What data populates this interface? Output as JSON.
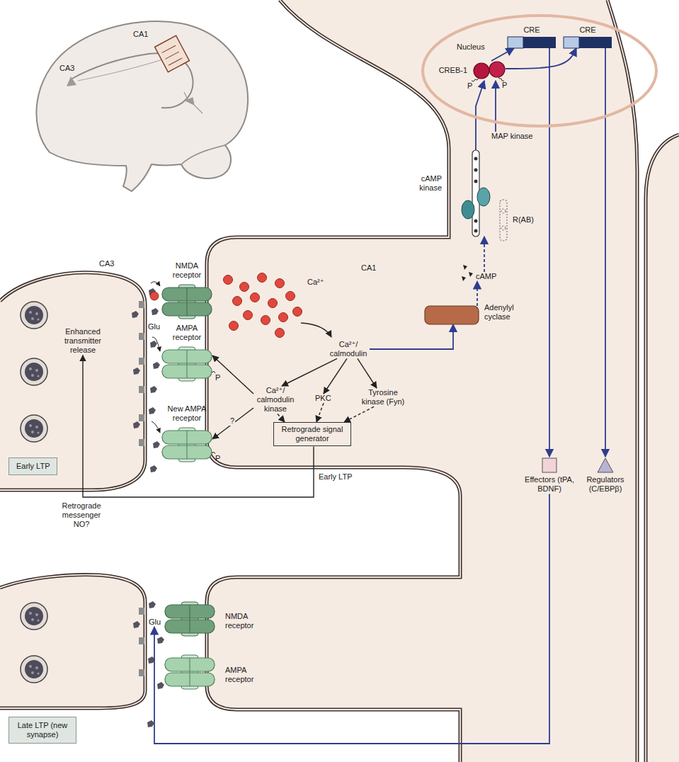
{
  "diagram": {
    "nodes": [
      {
        "text": [
          "Nucleus"
        ]
      },
      {
        "text": [
          "CRE"
        ],
        "in": 0
      },
      {
        "text": [
          "CRE"
        ],
        "in": 0
      },
      {
        "text": [
          "CREB-1"
        ],
        "in": 0
      },
      {
        "text": [
          "MAP kinase"
        ]
      },
      {
        "text": [
          "cAMP kinase"
        ]
      },
      {
        "text": [
          "cAMP"
        ]
      },
      {
        "text": [
          "Adenylyl cyclase"
        ]
      },
      {
        "text": [
          "NMDA receptor"
        ]
      },
      {
        "text": [
          "AMPA receptor"
        ]
      },
      {
        "text": [
          "New AMPA receptor"
        ]
      },
      {
        "text": [
          "Ca²⁺/ calmodulin"
        ]
      },
      {
        "text": [
          "Ca²⁺/ calmodulin kinase"
        ]
      },
      {
        "text": [
          "PKC"
        ]
      },
      {
        "text": [
          "Tyrosine kinase (Fyn)"
        ]
      },
      {
        "text": [
          "Retrograde signal generator"
        ]
      },
      {
        "text": [
          "Enhanced transmitter release"
        ]
      },
      {
        "text": [
          "Effectors (tPA, BDNF)"
        ]
      },
      {
        "text": [
          "Regulators (C/EBPβ)"
        ]
      },
      {
        "text": [
          "Early LTP"
        ]
      },
      {
        "text": [
          "Late LTP (new synapse)"
        ]
      },
      {
        "text": [
          "Glu"
        ]
      }
    ],
    "edges": [
      {
        "from": 11,
        "to": 7,
        "arrow": "to"
      },
      {
        "from": 7,
        "to": 6,
        "arrow": "to"
      },
      {
        "from": 6,
        "to": 5,
        "arrow": "to"
      },
      {
        "from": 5,
        "to": 3,
        "arrow": "to"
      },
      {
        "from": 4,
        "to": 3,
        "arrow": "to"
      },
      {
        "from": 3,
        "to": 1,
        "arrow": "to"
      },
      {
        "from": 3,
        "to": 2,
        "arrow": "to"
      },
      {
        "from": 1,
        "to": 17,
        "arrow": "to"
      },
      {
        "from": 2,
        "to": 18,
        "arrow": "to"
      },
      {
        "from": 17,
        "to": 21,
        "arrow": "to"
      },
      {
        "from": 11,
        "to": 12,
        "arrow": "to"
      },
      {
        "from": 11,
        "to": 13,
        "arrow": "to"
      },
      {
        "from": 11,
        "to": 14,
        "arrow": "to"
      },
      {
        "from": 12,
        "to": 15,
        "arrow": "to"
      },
      {
        "from": 13,
        "to": 15,
        "arrow": "to"
      },
      {
        "from": 14,
        "to": 15,
        "arrow": "to"
      },
      {
        "from": 12,
        "to": 9,
        "arrow": "to"
      },
      {
        "from": 12,
        "to": 10,
        "label": "?",
        "arrow": "to"
      },
      {
        "from": 15,
        "to": 16,
        "label": "Retrograde messenger NO?",
        "arrow": "to"
      }
    ],
    "labels": [
      "CA1",
      "CA3",
      "CA3",
      "CA1",
      "P",
      "P",
      "R(AB)",
      "Ca²⁺",
      "Glu",
      "P",
      "P",
      "Early LTP",
      "NMDA receptor",
      "AMPA receptor"
    ]
  }
}
